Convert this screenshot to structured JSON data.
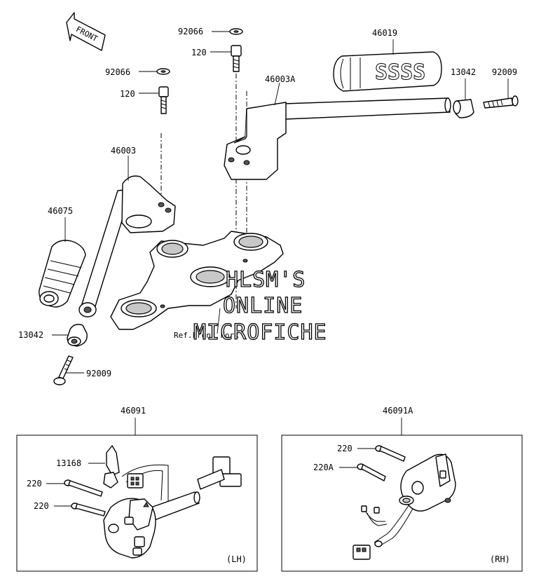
{
  "front_arrow": {
    "label": "FRONT"
  },
  "parts": {
    "washer_left": "92066",
    "bolt_left": "120",
    "washer_right": "92066",
    "bolt_right": "120",
    "handlebar_left": "46003",
    "handlebar_right": "46003A",
    "grip_left": "46075",
    "grip_right": "46019",
    "weight_left": "13042",
    "screw_left": "92009",
    "weight_right": "13042",
    "screw_right": "92009"
  },
  "ref_note": "Ref.Front Fork",
  "watermark": {
    "line1": "HLSM'S",
    "line2": "ONLINE",
    "line3": "MICROFICHE"
  },
  "switch_left": {
    "part_no": "46091",
    "side_label": "(LH)",
    "clamp_no": "13168",
    "screw_a": "220",
    "screw_b": "220"
  },
  "switch_right": {
    "part_no": "46091A",
    "side_label": "(RH)",
    "screw_a": "220",
    "screw_b": "220A"
  }
}
